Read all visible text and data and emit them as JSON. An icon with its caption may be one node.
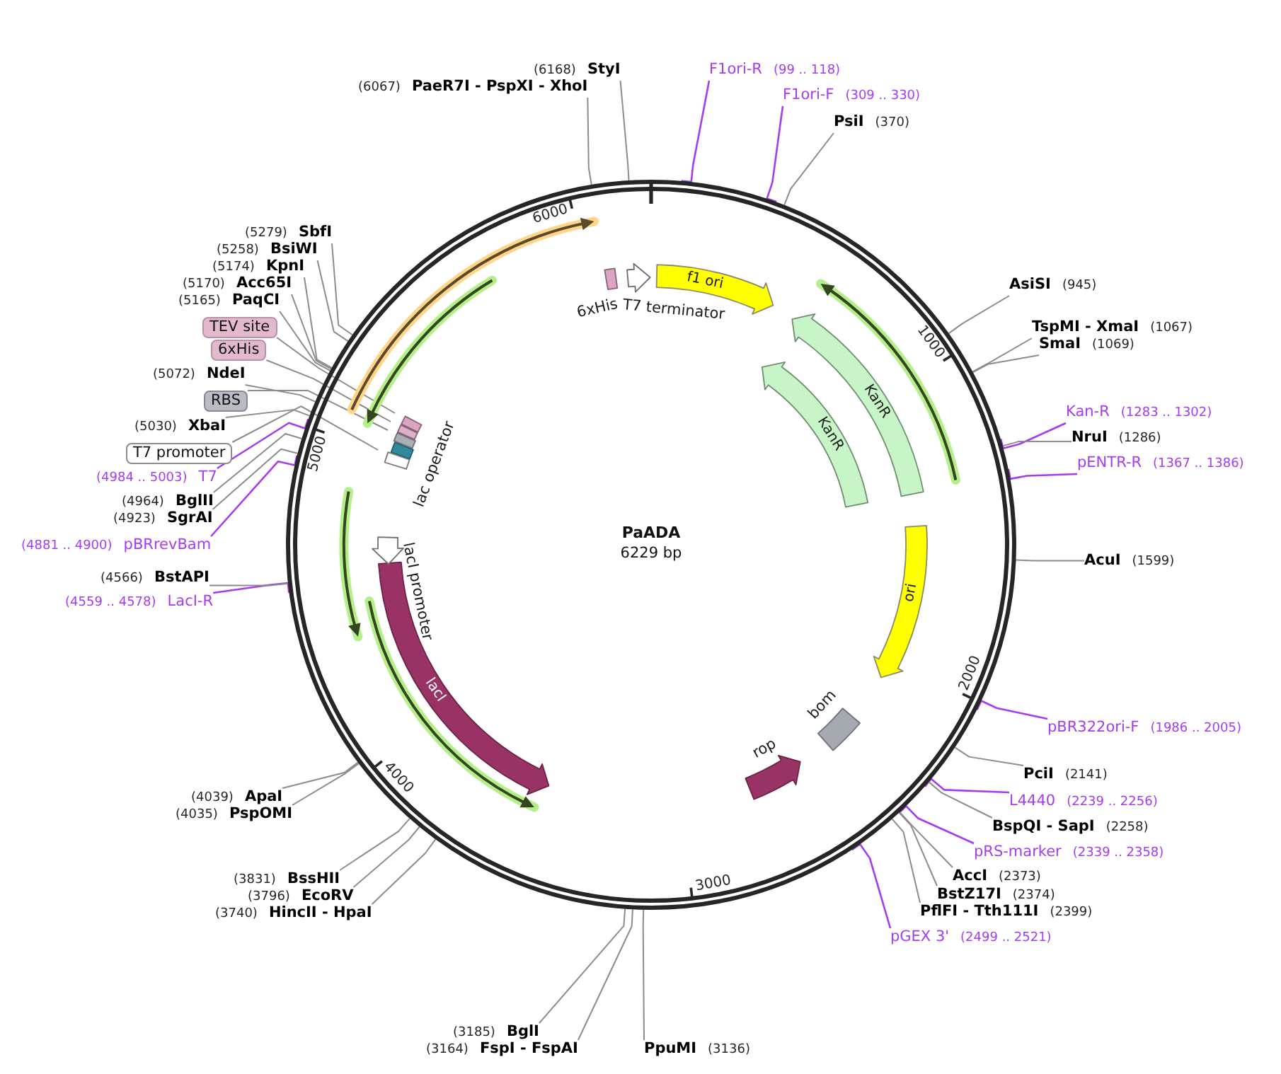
{
  "diagram": {
    "nodes": [
      {
        "text": [
          "PaADA",
          "6229 bp"
        ]
      },
      {
        "text": [
          "6xHis"
        ],
        "in": 0
      },
      {
        "text": [
          "T7 terminator"
        ],
        "in": 0
      },
      {
        "text": [
          "f1 ori"
        ],
        "in": 0
      },
      {
        "text": [
          "KanR"
        ],
        "in": 0
      },
      {
        "text": [
          "KanR"
        ],
        "in": 0
      },
      {
        "text": [
          "ori"
        ],
        "in": 0
      },
      {
        "text": [
          "bom"
        ],
        "in": 0
      },
      {
        "text": [
          "rop"
        ],
        "in": 0
      },
      {
        "text": [
          "lacI"
        ],
        "in": 0
      },
      {
        "text": [
          "lacI promoter"
        ],
        "in": 0
      },
      {
        "text": [
          "lac operator"
        ],
        "in": 0
      },
      {
        "text": [],
        "shape": "box",
        "in": 0
      },
      {
        "text": [],
        "shape": "box",
        "in": 0
      },
      {
        "text": [],
        "shape": "box",
        "in": 0
      },
      {
        "text": [],
        "shape": "box",
        "in": 0
      },
      {
        "text": [
          "F1ori-R",
          "(99 .. 118)"
        ]
      },
      {
        "text": [
          "F1ori-F",
          "(309 .. 330)"
        ]
      },
      {
        "text": [
          "PsiI",
          "(370)"
        ]
      },
      {
        "text": [
          "AsiSI",
          "(945)"
        ]
      },
      {
        "text": [
          "TspMI - XmaI",
          "(1067)"
        ]
      },
      {
        "text": [
          "SmaI",
          "(1069)"
        ]
      },
      {
        "text": [
          "Kan-R",
          "(1283 .. 1302)"
        ]
      },
      {
        "text": [
          "NruI",
          "(1286)"
        ]
      },
      {
        "text": [
          "pENTR-R",
          "(1367 .. 1386)"
        ]
      },
      {
        "text": [
          "AcuI",
          "(1599)"
        ]
      },
      {
        "text": [
          "pBR322ori-F",
          "(1986 .. 2005)"
        ]
      },
      {
        "text": [
          "PciI",
          "(2141)"
        ]
      },
      {
        "text": [
          "L4440",
          "(2239 .. 2256)"
        ]
      },
      {
        "text": [
          "BspQI - SapI",
          "(2258)"
        ]
      },
      {
        "text": [
          "pRS-marker",
          "(2339 .. 2358)"
        ]
      },
      {
        "text": [
          "AccI",
          "(2373)"
        ]
      },
      {
        "text": [
          "BstZ17I",
          "(2374)"
        ]
      },
      {
        "text": [
          "PflFI - Tth111I",
          "(2399)"
        ]
      },
      {
        "text": [
          "pGEX 3'",
          "(2499 .. 2521)"
        ]
      },
      {
        "text": [
          "PpuMI",
          "(3136)"
        ]
      },
      {
        "text": [
          "(3164)",
          "FspI - FspAI"
        ]
      },
      {
        "text": [
          "(3185)",
          "BglI"
        ]
      },
      {
        "text": [
          "(3740)",
          "HincII - HpaI"
        ]
      },
      {
        "text": [
          "(3796)",
          "EcoRV"
        ]
      },
      {
        "text": [
          "(3831)",
          "BssHII"
        ]
      },
      {
        "text": [
          "(4035)",
          "PspOMI"
        ]
      },
      {
        "text": [
          "(4039)",
          "ApaI"
        ]
      },
      {
        "text": [
          "(4559 .. 4578)",
          "LacI-R"
        ]
      },
      {
        "text": [
          "(4566)",
          "BstAPI"
        ]
      },
      {
        "text": [
          "(4881 .. 4900)",
          "pBRrevBam"
        ]
      },
      {
        "text": [
          "(4923)",
          "SgrAI"
        ]
      },
      {
        "text": [
          "(4964)",
          "BglII"
        ]
      },
      {
        "text": [
          "(4984 .. 5003)",
          "T7"
        ]
      },
      {
        "text": [
          "T7 promoter"
        ]
      },
      {
        "text": [
          "(5030)",
          "XbaI"
        ]
      },
      {
        "text": [
          "RBS"
        ]
      },
      {
        "text": [
          "(5072)",
          "NdeI"
        ]
      },
      {
        "text": [
          "6xHis"
        ]
      },
      {
        "text": [
          "TEV site"
        ]
      },
      {
        "text": [
          "(5165)",
          "PaqCI"
        ]
      },
      {
        "text": [
          "(5170)",
          "Acc65I"
        ]
      },
      {
        "text": [
          "(5174)",
          "KpnI"
        ]
      },
      {
        "text": [
          "(5258)",
          "BsiWI"
        ]
      },
      {
        "text": [
          "(5279)",
          "SbfI"
        ]
      },
      {
        "text": [
          "(6067)",
          "PaeR7I - PspXI - XhoI"
        ]
      },
      {
        "text": [
          "(6168)",
          "StyI"
        ]
      }
    ],
    "edges": [
      {
        "from": 16,
        "to": 0,
        "arrow": "none",
        "color": "#a53cf0"
      },
      {
        "from": 17,
        "to": 0,
        "arrow": "none",
        "color": "#a53cf0"
      },
      {
        "from": 18,
        "to": 0,
        "arrow": "none"
      },
      {
        "from": 19,
        "to": 0,
        "arrow": "none"
      },
      {
        "from": 20,
        "to": 0,
        "arrow": "none"
      },
      {
        "from": 21,
        "to": 0,
        "arrow": "none"
      },
      {
        "from": 22,
        "to": 0,
        "arrow": "none",
        "color": "#a53cf0"
      },
      {
        "from": 23,
        "to": 0,
        "arrow": "none"
      },
      {
        "from": 24,
        "to": 0,
        "arrow": "none",
        "color": "#a53cf0"
      },
      {
        "from": 25,
        "to": 0,
        "arrow": "none"
      },
      {
        "from": 26,
        "to": 0,
        "arrow": "none",
        "color": "#a53cf0"
      },
      {
        "from": 27,
        "to": 0,
        "arrow": "none"
      },
      {
        "from": 28,
        "to": 0,
        "arrow": "none",
        "color": "#a53cf0"
      },
      {
        "from": 29,
        "to": 0,
        "arrow": "none"
      },
      {
        "from": 30,
        "to": 0,
        "arrow": "none",
        "color": "#a53cf0"
      },
      {
        "from": 31,
        "to": 0,
        "arrow": "none"
      },
      {
        "from": 32,
        "to": 0,
        "arrow": "none"
      },
      {
        "from": 33,
        "to": 0,
        "arrow": "none"
      },
      {
        "from": 34,
        "to": 0,
        "arrow": "none",
        "color": "#a53cf0"
      },
      {
        "from": 35,
        "to": 0,
        "arrow": "none"
      },
      {
        "from": 36,
        "to": 0,
        "arrow": "none"
      },
      {
        "from": 37,
        "to": 0,
        "arrow": "none"
      },
      {
        "from": 38,
        "to": 0,
        "arrow": "none"
      },
      {
        "from": 39,
        "to": 0,
        "arrow": "none"
      },
      {
        "from": 40,
        "to": 0,
        "arrow": "none"
      },
      {
        "from": 41,
        "to": 0,
        "arrow": "none"
      },
      {
        "from": 42,
        "to": 0,
        "arrow": "none"
      },
      {
        "from": 43,
        "to": 0,
        "arrow": "none",
        "color": "#a53cf0"
      },
      {
        "from": 44,
        "to": 0,
        "arrow": "none"
      },
      {
        "from": 45,
        "to": 0,
        "arrow": "none",
        "color": "#a53cf0"
      },
      {
        "from": 46,
        "to": 0,
        "arrow": "none"
      },
      {
        "from": 47,
        "to": 0,
        "arrow": "none"
      },
      {
        "from": 48,
        "to": 0,
        "arrow": "none",
        "color": "#a53cf0"
      },
      {
        "from": 49,
        "to": 15,
        "arrow": "none"
      },
      {
        "from": 50,
        "to": 0,
        "arrow": "none"
      },
      {
        "from": 51,
        "to": 14,
        "arrow": "none"
      },
      {
        "from": 52,
        "to": 0,
        "arrow": "none"
      },
      {
        "from": 53,
        "to": 13,
        "arrow": "none"
      },
      {
        "from": 54,
        "to": 12,
        "arrow": "none"
      },
      {
        "from": 55,
        "to": 0,
        "arrow": "none"
      },
      {
        "from": 56,
        "to": 0,
        "arrow": "none"
      },
      {
        "from": 57,
        "to": 0,
        "arrow": "none"
      },
      {
        "from": 58,
        "to": 0,
        "arrow": "none"
      },
      {
        "from": 59,
        "to": 0,
        "arrow": "none"
      },
      {
        "from": 60,
        "to": 0,
        "arrow": "none"
      },
      {
        "from": 61,
        "to": 0,
        "arrow": "none"
      }
    ],
    "labels": [
      "1000",
      "2000",
      "3000",
      "4000",
      "5000",
      "6000"
    ]
  }
}
